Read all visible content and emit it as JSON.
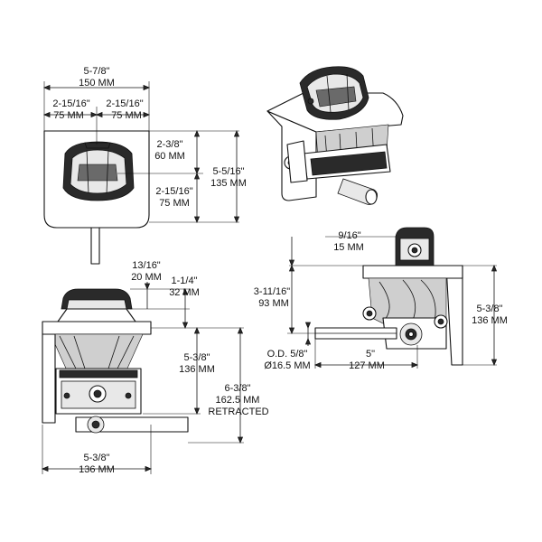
{
  "front_view": {
    "overall_width_in": "5-7/8\"",
    "overall_width_mm": "150 MM",
    "left_half_in": "2-15/16\"",
    "left_half_mm": "75 MM",
    "right_half_in": "2-15/16\"",
    "right_half_mm": "75 MM",
    "upper_height_in": "2-3/8\"",
    "upper_height_mm": "60 MM",
    "lower_height_in": "2-15/16\"",
    "lower_height_mm": "75 MM",
    "total_height_in": "5-5/16\"",
    "total_height_mm": "135 MM"
  },
  "side_view": {
    "top_offset_in": "9/16\"",
    "top_offset_mm": "15 MM",
    "center_height_in": "3-11/16\"",
    "center_height_mm": "93 MM",
    "height_in": "5-3/8\"",
    "height_mm": "136 MM",
    "pin_od_in": "O.D. 5/8\"",
    "pin_od_mm": "Ø16.5 MM",
    "pin_length_in": "5\"",
    "pin_length_mm": "127 MM"
  },
  "top_view": {
    "cap_offset_in": "13/16\"",
    "cap_offset_mm": "20 MM",
    "cap_height_in": "1-1/4\"",
    "cap_height_mm": "32 MM",
    "body_depth_in": "5-3/8\"",
    "body_depth_mm": "136 MM",
    "retracted_in": "6-3/8\"",
    "retracted_mm": "162.5 MM",
    "retracted_label": "RETRACTED",
    "width_in": "5-3/8\"",
    "width_mm": "136 MM"
  }
}
